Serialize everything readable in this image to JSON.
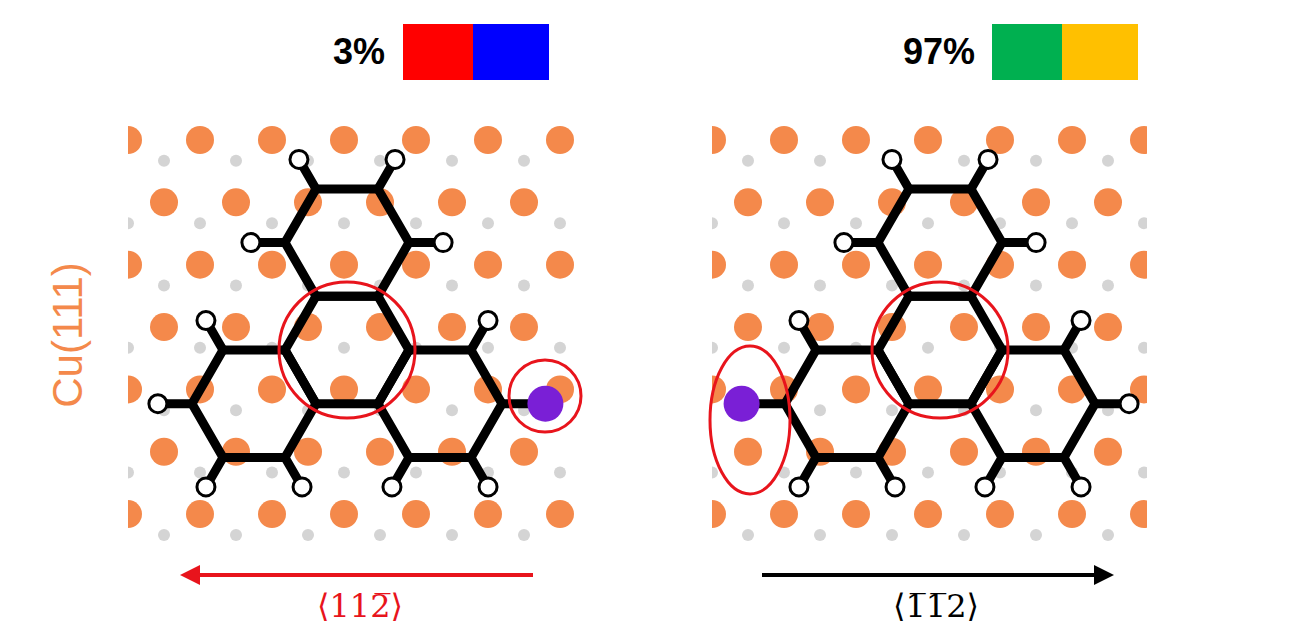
{
  "diagram": {
    "labels": [
      "3%",
      "97%",
      "Cu(111)",
      "⟨112̅⟩",
      "⟨1̅1̅2⟩"
    ]
  }
}
